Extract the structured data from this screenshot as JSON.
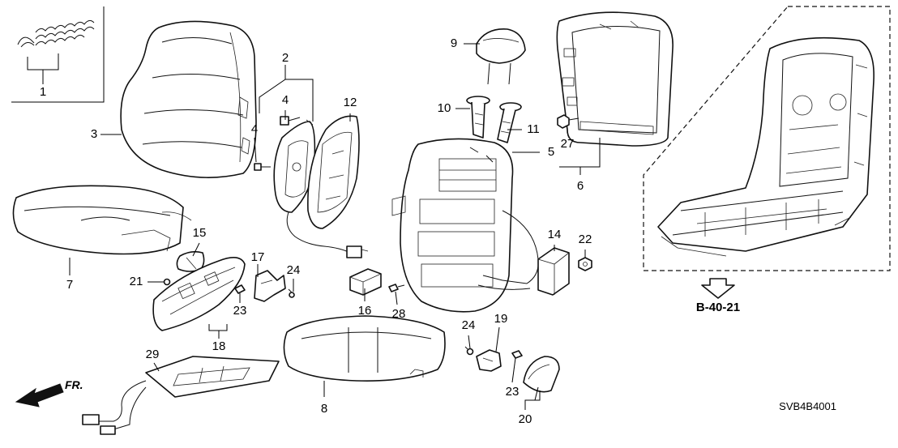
{
  "callouts": {
    "c1": "1",
    "c2": "2",
    "c3": "3",
    "c4a": "4",
    "c4b": "4",
    "c5": "5",
    "c6": "6",
    "c7": "7",
    "c8": "8",
    "c9": "9",
    "c10": "10",
    "c11": "11",
    "c12": "12",
    "c14": "14",
    "c15": "15",
    "c16": "16",
    "c17": "17",
    "c18": "18",
    "c19": "19",
    "c20": "20",
    "c21": "21",
    "c22": "22",
    "c23a": "23",
    "c23b": "23",
    "c24a": "24",
    "c24b": "24",
    "c27": "27",
    "c28": "28",
    "c29": "29"
  },
  "reference": "B-40-21",
  "direction_label": "FR.",
  "diagram_code": "SVB4B4001"
}
